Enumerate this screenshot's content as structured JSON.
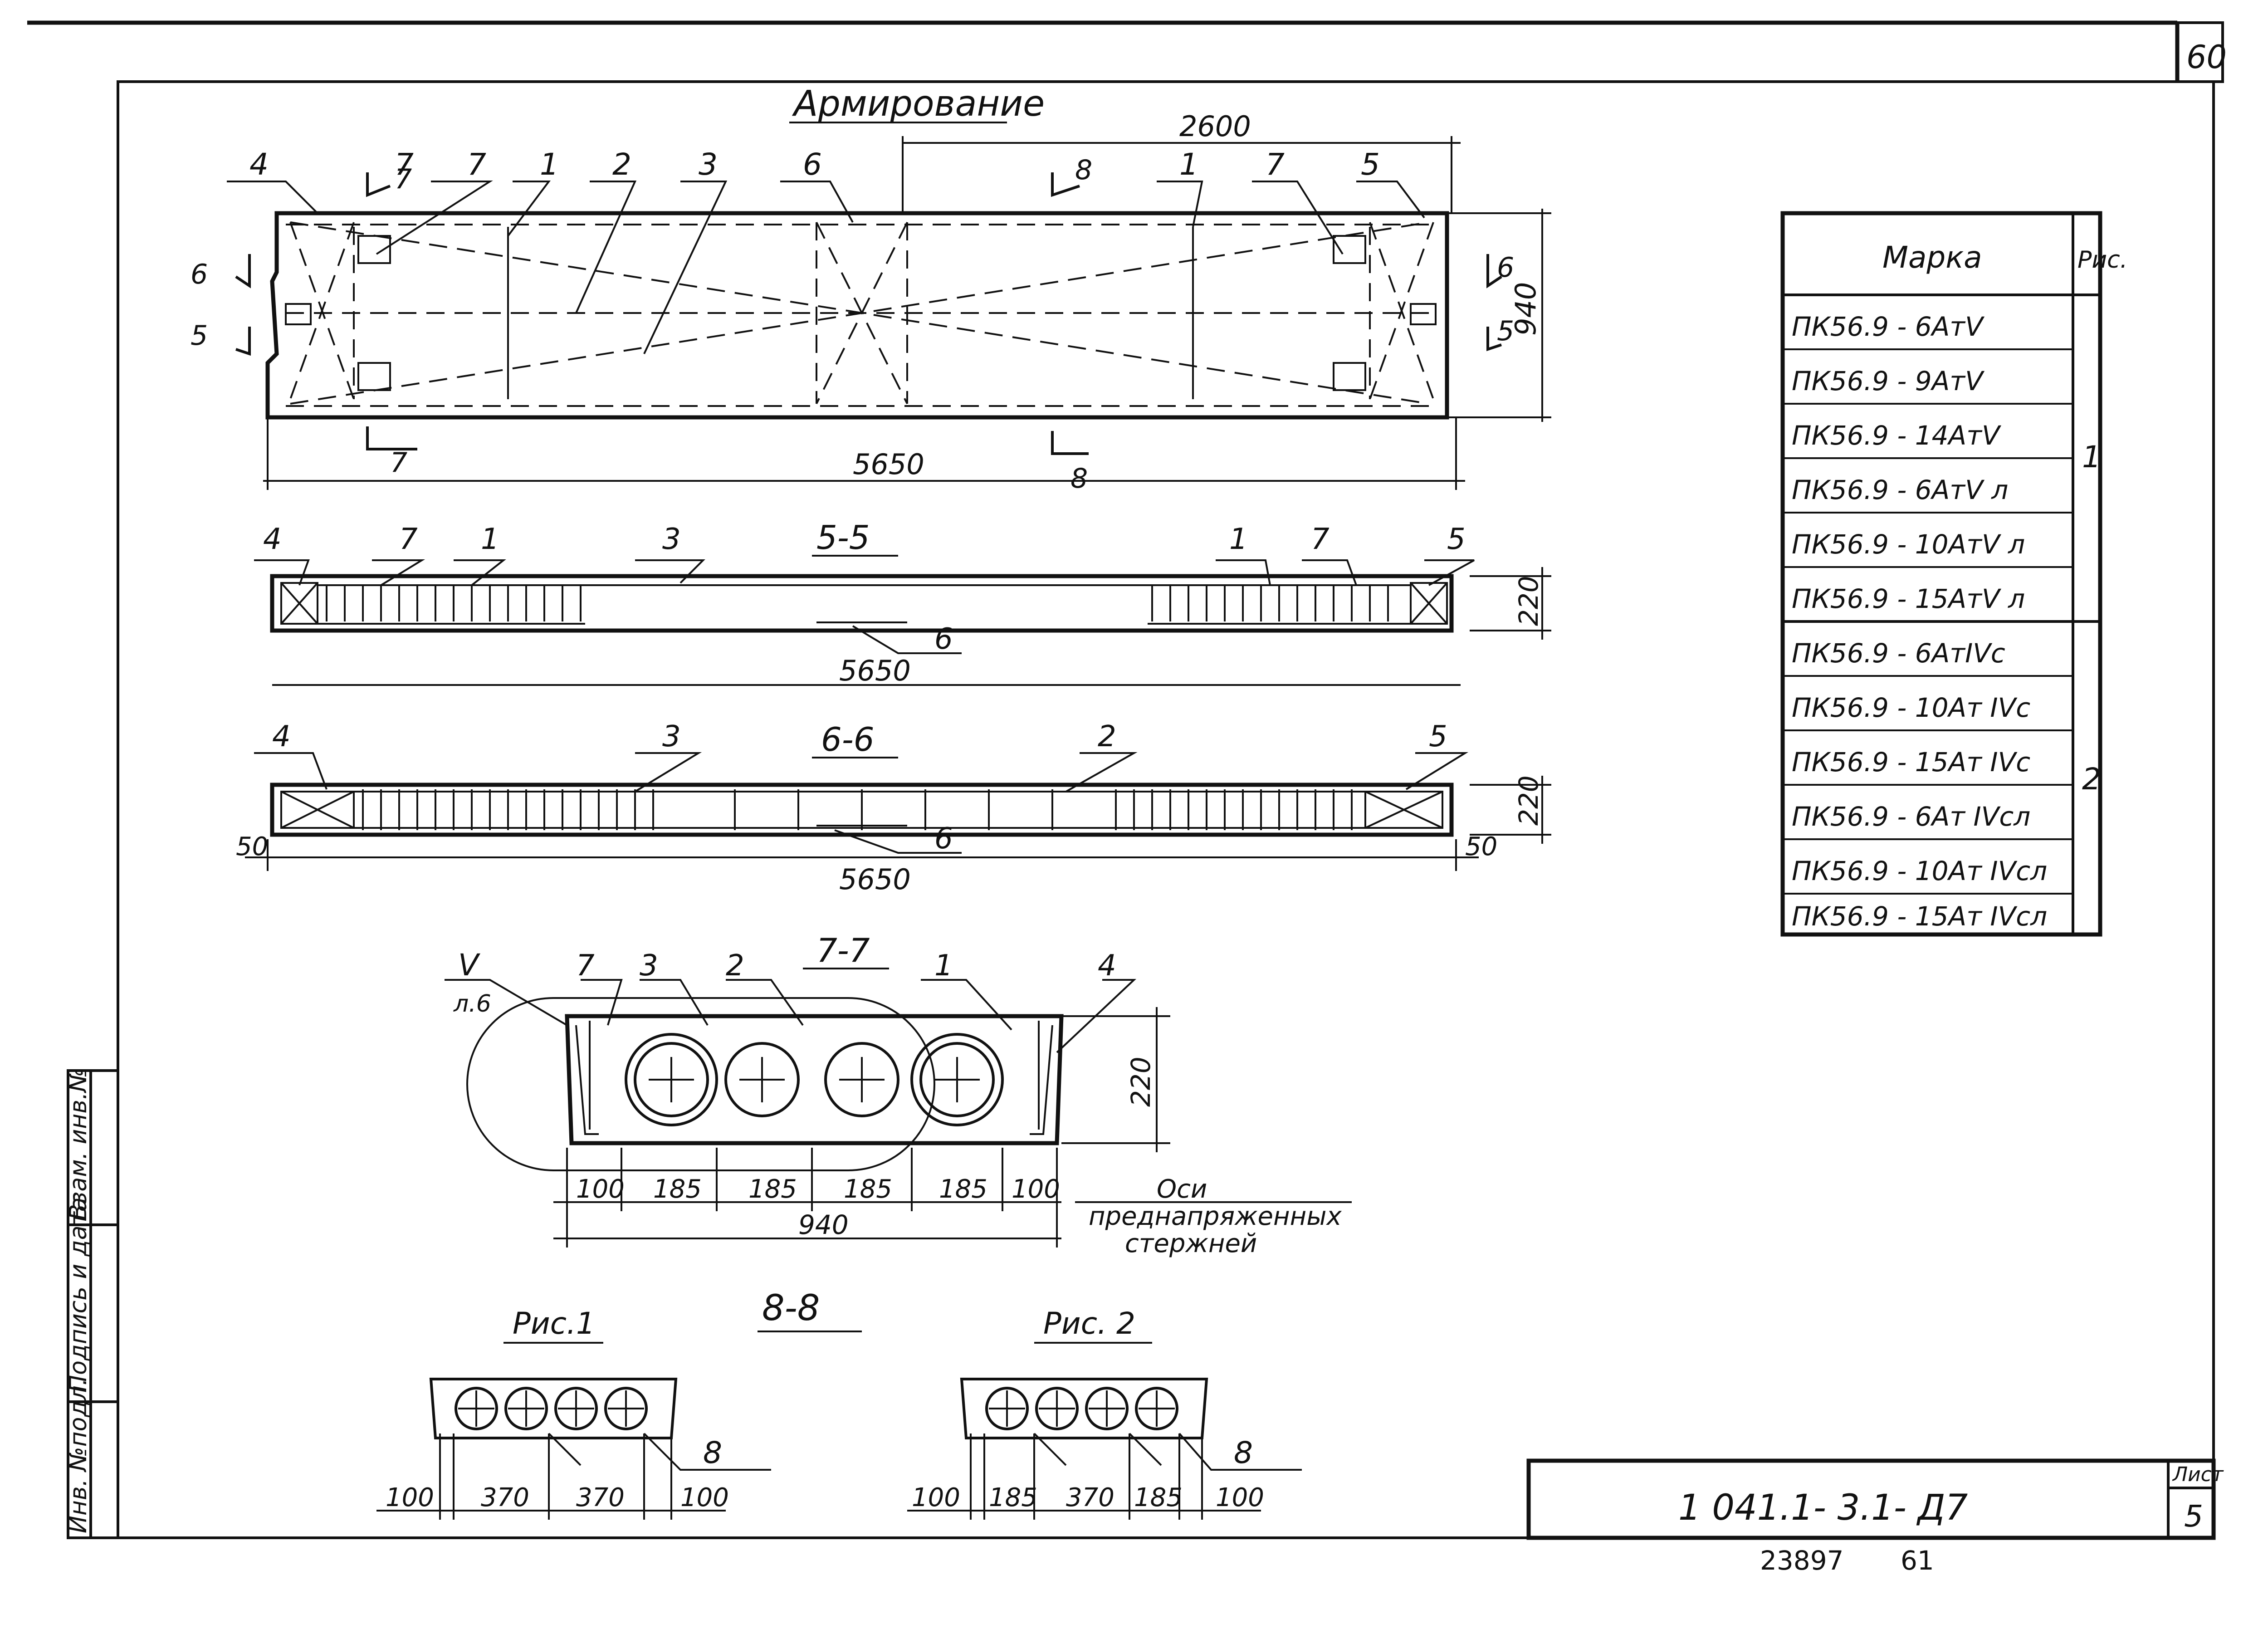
{
  "sheet": {
    "corner_number": "60",
    "title": "Армирование",
    "stamp": {
      "code": "1 041.1- 3.1- Д7",
      "sheet_label": "Лист",
      "sheet_number": "5",
      "archive_number": "23897",
      "archive_page": "61"
    },
    "side_labels": [
      "Инв. №подл.",
      "Подпись и дата",
      "Взам. инв.№"
    ]
  },
  "plan": {
    "dim_top": "2600",
    "dim_bottom": "5650",
    "dim_height": "940",
    "positions": [
      "4",
      "7",
      "7",
      "1",
      "2",
      "3",
      "6",
      "1",
      "7",
      "5"
    ],
    "section_marks": {
      "s7": "7",
      "s8": "8",
      "s5": "5",
      "s6": "6"
    }
  },
  "section_5_5": {
    "title": "5-5",
    "dim_length": "5650",
    "dim_height": "220",
    "positions": [
      "4",
      "7",
      "1",
      "3",
      "6",
      "1",
      "7",
      "5"
    ]
  },
  "section_6_6": {
    "title": "6-6",
    "dim_length": "5650",
    "dim_height": "220",
    "dim_end_left": "50",
    "dim_end_right": "50",
    "positions": [
      "4",
      "3",
      "2",
      "5",
      "6"
    ]
  },
  "section_7_7": {
    "title": "7-7",
    "node_mark": "V",
    "node_sheet": "л.6",
    "positions": [
      "7",
      "3",
      "2",
      "1",
      "4"
    ],
    "dim_height": "220",
    "dims": [
      "100",
      "185",
      "185",
      "185",
      "185",
      "100"
    ],
    "dim_total": "940",
    "note": [
      "Оси",
      "преднапряженных",
      "стержней"
    ]
  },
  "section_8_8": {
    "title": "8-8",
    "fig1": {
      "label": "Рис.1",
      "dims": [
        "100",
        "370",
        "370",
        "100"
      ],
      "mark": "8"
    },
    "fig2": {
      "label": "Рис. 2",
      "dims": [
        "100",
        "185",
        "370",
        "185",
        "100"
      ],
      "mark": "8"
    }
  },
  "table": {
    "headers": [
      "Марка",
      "Рис."
    ],
    "rows": [
      "ПК56.9 - 6АтV",
      "ПК56.9 - 9АтV",
      "ПК56.9 - 14АтV",
      "ПК56.9 - 6АтV л",
      "ПК56.9 - 10АтV л",
      "ПК56.9 - 15АтV л",
      "ПК56.9 - 6АтIVс",
      "ПК56.9 - 10Ат IVс",
      "ПК56.9 - 15Ат IVс",
      "ПК56.9 - 6Ат IVсл",
      "ПК56.9 - 10Ат IVсл",
      "ПК56.9 - 15Ат IVсл"
    ],
    "figs": [
      "1",
      "2"
    ]
  }
}
